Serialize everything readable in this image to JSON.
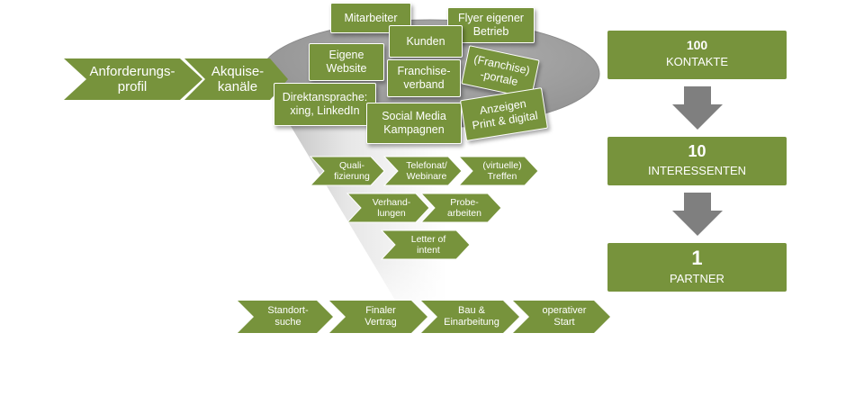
{
  "input": {
    "stage1": "Anforderungs-profil",
    "stage1_l1": "Anforderungs-",
    "stage1_l2": "profil",
    "stage2_l1": "Akquise-",
    "stage2_l2": "kanäle"
  },
  "channels": {
    "mitarbeiter": "Mitarbeiter",
    "flyer_l1": "Flyer eigener",
    "flyer_l2": "Betrieb",
    "kunden": "Kunden",
    "website_l1": "Eigene",
    "website_l2": "Website",
    "franchiseverband_l1": "Franchise-",
    "franchiseverband_l2": "verband",
    "portale_l1": "(Franchise)",
    "portale_l2": "-portale",
    "direkt_l1": "Direktansprache:",
    "direkt_l2": "xing, LinkedIn",
    "social_l1": "Social Media",
    "social_l2": "Kampagnen",
    "anzeigen_l1": "Anzeigen",
    "anzeigen_l2": "Print & digital"
  },
  "funnel_steps": {
    "qualifizierung_l1": "Quali-",
    "qualifizierung_l2": "fizierung",
    "telefonat_l1": "Telefonat/",
    "telefonat_l2": "Webinare",
    "treffen_l1": "(virtuelle)",
    "treffen_l2": "Treffen",
    "verhandlungen_l1": "Verhand-",
    "verhandlungen_l2": "lungen",
    "probe_l1": "Probe-",
    "probe_l2": "arbeiten",
    "loi_l1": "Letter of",
    "loi_l2": "intent"
  },
  "output_steps": {
    "standort_l1": "Standort-",
    "standort_l2": "suche",
    "vertrag_l1": "Finaler",
    "vertrag_l2": "Vertrag",
    "bau_l1": "Bau &",
    "bau_l2": "Einarbeitung",
    "start_l1": "operativer",
    "start_l2": "Start"
  },
  "stats": {
    "s1_num": "100",
    "s1_label": "KONTAKTE",
    "s2_num": "10",
    "s2_label": "INTERESSENTEN",
    "s3_num": "1",
    "s3_label": "PARTNER"
  },
  "colors": {
    "green": "#77933c",
    "arrow_gray": "#7f7f7f",
    "funnel_top": "#a6a6a6"
  }
}
